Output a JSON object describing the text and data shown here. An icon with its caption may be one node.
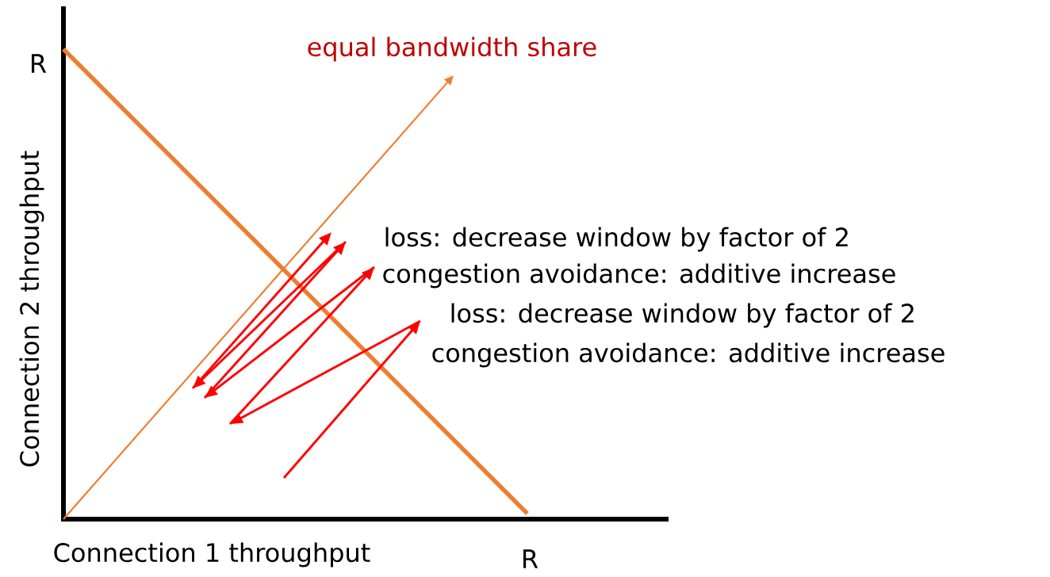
{
  "diagram": {
    "labels": [
      "R",
      "equal bandwidth share",
      "Connection 2 throughput",
      "loss: decrease window by factor of 2",
      "congestion avoidance: additive increase",
      "loss: decrease window by factor of 2",
      "congestion avoidance: additive increase",
      "Connection 1 throughput",
      "R"
    ]
  }
}
